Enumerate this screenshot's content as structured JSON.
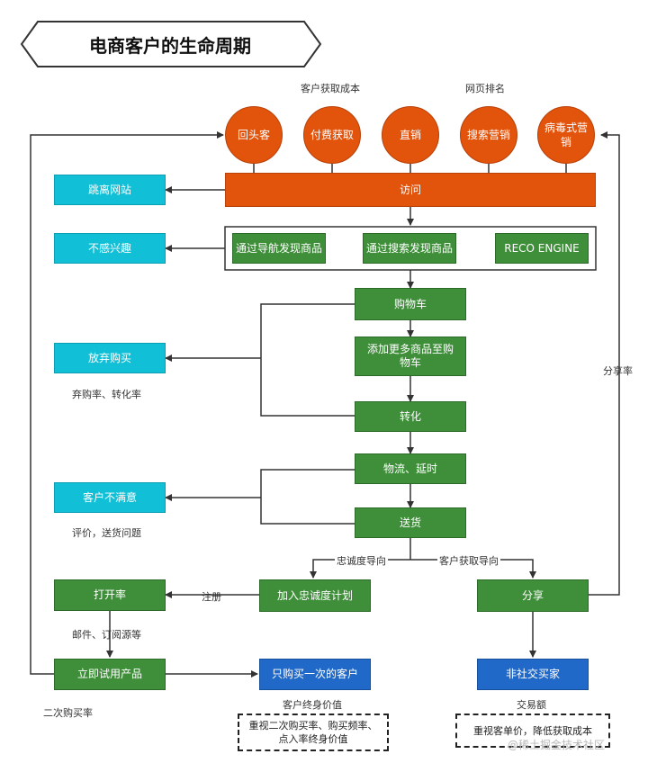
{
  "title": "电商客户的生命周期",
  "labels": {
    "acq_cost": "客户获取成本",
    "page_rank": "网页排名",
    "cart_abandon": "弃购率、转化率",
    "complaint": "评价，送货问题",
    "loyalty_dir": "忠诚度导向",
    "acq_dir": "客户获取导向",
    "register": "注册",
    "mail": "邮件、订阅源等",
    "second_buy": "二次购买率",
    "ltv": "客户终身价值",
    "gmv": "交易额",
    "share_rate": "分享率"
  },
  "sources": [
    "回头客",
    "付费获取",
    "直销",
    "搜索营销",
    "病毒式营销"
  ],
  "nodes": {
    "visit": "访问",
    "nav": "通过导航发现商品",
    "search": "通过搜索发现商品",
    "reco": "RECO ENGINE",
    "cart": "购物车",
    "add_more": "添加更多商品至购物车",
    "convert": "转化",
    "logistics": "物流、延时",
    "delivery": "送货",
    "loyalty": "加入忠诚度计划",
    "share": "分享",
    "open_rate": "打开率",
    "try_now": "立即试用产品",
    "one_time": "只购买一次的客户",
    "non_social": "非社交买家"
  },
  "exits": {
    "leave": "跳离网站",
    "uninterested": "不感兴趣",
    "abandon": "放弃购买",
    "unsatisfied": "客户不满意"
  },
  "notes": {
    "ltv_note": "重视二次购买率、购买频率、点入率终身价值",
    "gmv_note": "重视客单价，降低获取成本"
  },
  "watermark": "@稀土掘金技术社区",
  "colors": {
    "orange": "#e2530b",
    "green": "#3f8f3a",
    "cyan": "#11bfd6",
    "blue": "#2169c9",
    "line": "#333333"
  }
}
